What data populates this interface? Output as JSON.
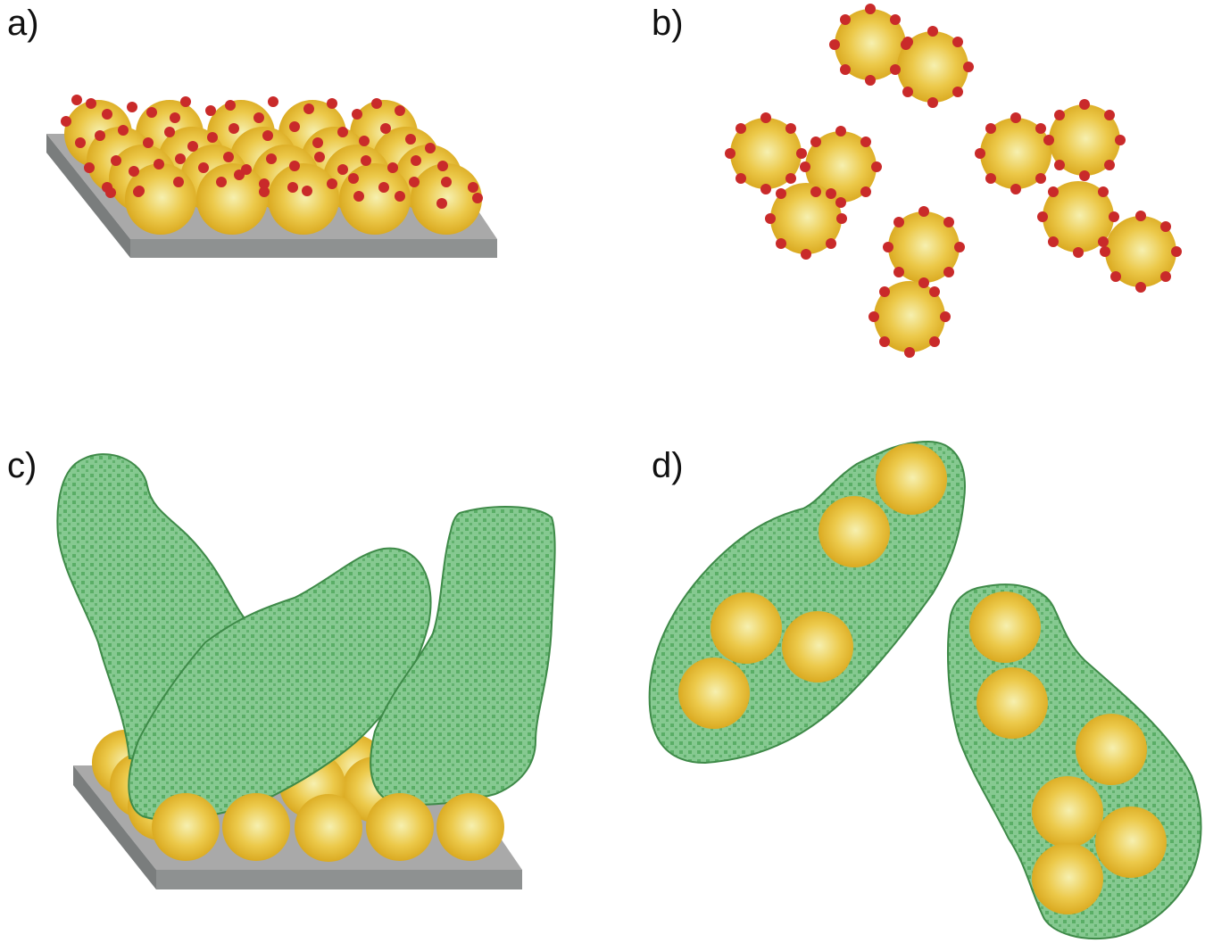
{
  "figure": {
    "panels": [
      {
        "id": "a",
        "label": "a)",
        "description": "Close-packed gold nanoparticles with red surface ligands on a grey substrate"
      },
      {
        "id": "b",
        "label": "b)",
        "description": "Dispersed ligand-capped gold nanoparticles in small aggregates"
      },
      {
        "id": "c",
        "label": "c)",
        "description": "Green biological cells adhered over a layer of gold nanoparticles on a substrate"
      },
      {
        "id": "d",
        "label": "d)",
        "description": "Green cells containing internalized gold nanoparticles"
      }
    ],
    "colors": {
      "particle_center": "#f5eeaa",
      "particle_edge": "#d9a91c",
      "ligand": "#cc2a2a",
      "substrate_top": "#a8a8a8",
      "substrate_side": "#8c8f8f",
      "cell_fill": "#7cc487",
      "cell_dots": "#4fa35c",
      "cell_outline": "#3e8a48"
    }
  }
}
